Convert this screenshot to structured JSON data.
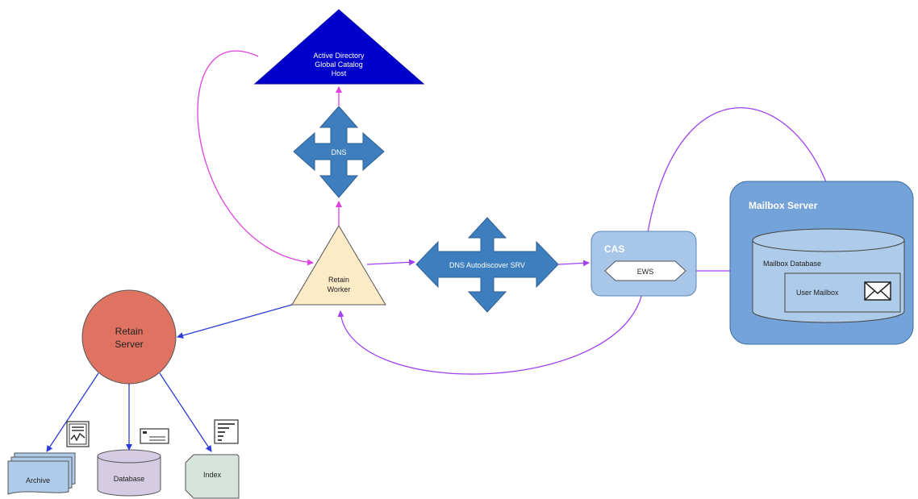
{
  "nodes": {
    "active_directory": {
      "line1": "Active Directory",
      "line2": "Global Catalog",
      "line3": "Host"
    },
    "dns": {
      "label": "DNS"
    },
    "retain_worker": {
      "line1": "Retain",
      "line2": "Worker"
    },
    "dns_autodiscover": {
      "label": "DNS Autodiscover SRV"
    },
    "cas": {
      "label": "CAS"
    },
    "ews": {
      "label": "EWS"
    },
    "mailbox_server": {
      "label": "Mailbox Server"
    },
    "mailbox_database": {
      "label": "Mailbox Database"
    },
    "user_mailbox": {
      "label": "User Mailbox"
    },
    "retain_server": {
      "line1": "Retain",
      "line2": "Server"
    },
    "archive": {
      "label": "Archive"
    },
    "database": {
      "label": "Database"
    },
    "index": {
      "label": "Index"
    }
  },
  "colors": {
    "ad_fill": "#0000cc",
    "dns_fill": "#3d7ebf",
    "worker_fill": "#fdebc8",
    "retain_server_fill": "#e07261",
    "cas_fill": "#a7c6e8",
    "mailbox_server_fill": "#73a3d9",
    "storage_fill": "#aecbe9",
    "database_fill": "#d5cce4",
    "index_fill": "#d6e4dc",
    "magenta_edge": "#e040e0",
    "purple_edge": "#a040f0",
    "blue_edge": "#2c3dd6"
  }
}
